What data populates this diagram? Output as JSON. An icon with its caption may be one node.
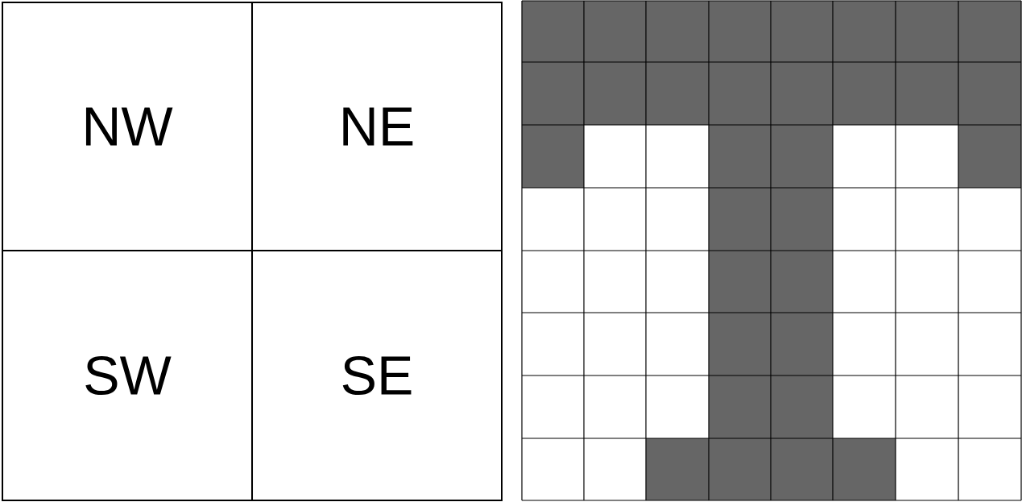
{
  "diagram": {
    "nodes": [
      {
        "text": [
          "NW"
        ]
      },
      {
        "text": [
          "NE"
        ]
      },
      {
        "text": [
          "SW"
        ]
      },
      {
        "text": [
          "SE"
        ]
      }
    ]
  }
}
